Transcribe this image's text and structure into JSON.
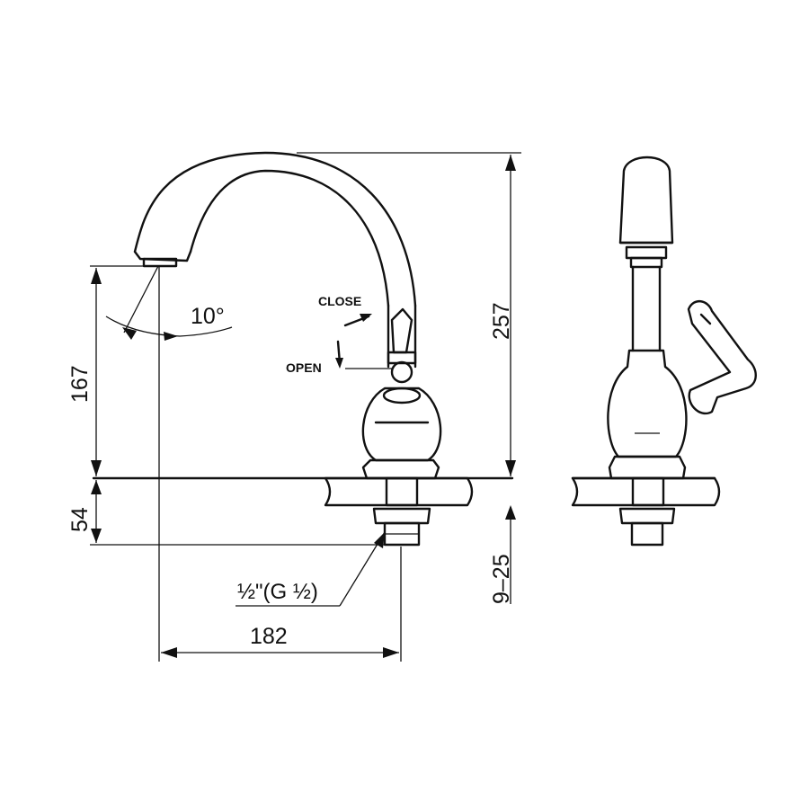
{
  "dimensions": {
    "total_height": "257",
    "spout_height": "167",
    "base_height": "54",
    "thread_range": "9–25",
    "reach": "182",
    "spout_angle": "10°"
  },
  "thread": {
    "half": "½",
    "size_prefix": "\"(G ",
    "close": ")"
  },
  "labels": {
    "close": "CLOSE",
    "open": "OPEN"
  }
}
